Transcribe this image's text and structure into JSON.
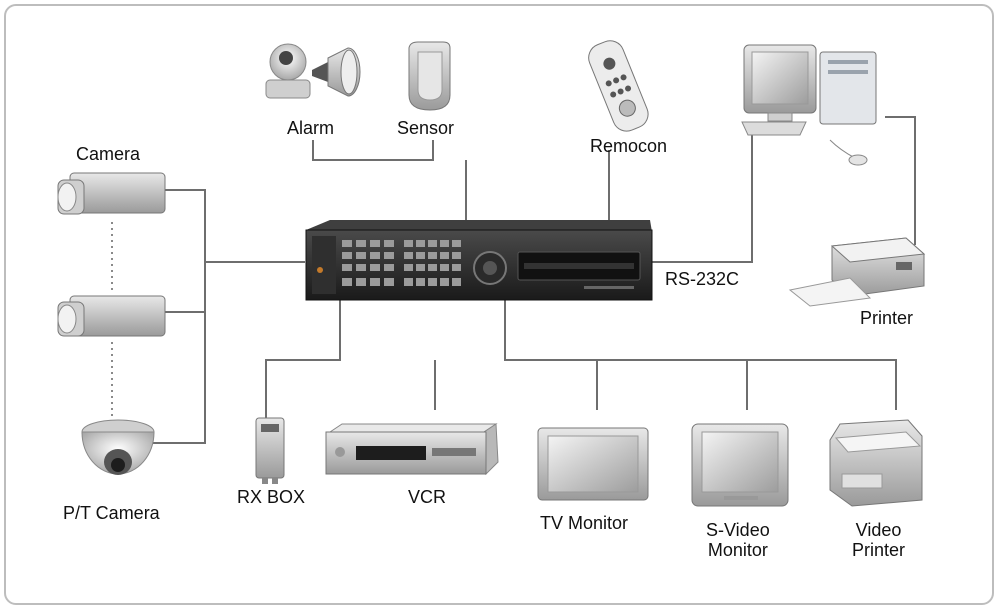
{
  "labels": {
    "camera": "Camera",
    "pt_camera": "P/T Camera",
    "alarm": "Alarm",
    "sensor": "Sensor",
    "remocon": "Remocon",
    "rs232c": "RS-232C",
    "printer": "Printer",
    "rx_box": "RX BOX",
    "vcr": "VCR",
    "tv_monitor": "TV Monitor",
    "svideo_monitor": [
      "S-Video",
      "Monitor"
    ],
    "video_printer": [
      "Video",
      "Printer"
    ]
  },
  "icons": {
    "camera_top": "box-camera-icon",
    "camera_middle": "box-camera-icon",
    "pt_camera": "dome-camera-icon",
    "alarm": "alarm-siren-icon",
    "sensor": "motion-sensor-icon",
    "remocon": "remote-control-icon",
    "pc": "desktop-computer-icon",
    "printer": "printer-icon",
    "dvr": "dvr-recorder-icon",
    "rx_box": "receiver-box-icon",
    "vcr": "vcr-icon",
    "tv_monitor": "tv-monitor-icon",
    "svideo_monitor": "crt-monitor-icon",
    "video_printer": "video-printer-icon"
  },
  "colors": {
    "line": "#6e6e6e",
    "device_body": "#2b2b2b",
    "device_panel": "#a9a9a9",
    "light_gray": "#d9d9d9"
  }
}
